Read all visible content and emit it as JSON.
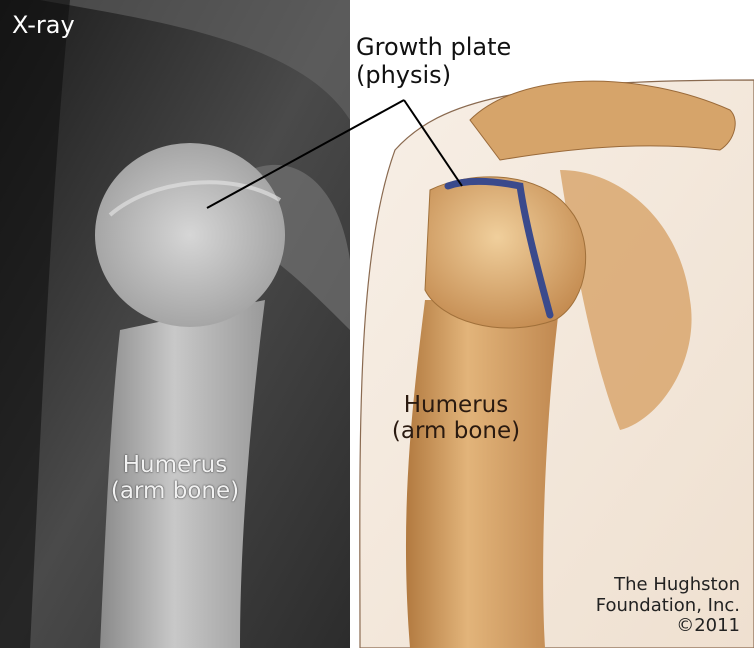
{
  "xray_panel": {
    "title": "X-ray",
    "humerus_label": [
      "Humerus",
      "(arm bone)"
    ]
  },
  "illustration_panel": {
    "growth_plate_label": [
      "Growth plate",
      "(physis)"
    ],
    "humerus_label": [
      "Humerus",
      "(arm bone)"
    ],
    "credit": [
      "The Hughston",
      "Foundation, Inc.",
      "©2011"
    ]
  },
  "colors": {
    "xray_background": "#2a2a2a",
    "bone_illustration": "#d9a86a",
    "skin_background": "#f3e8dc",
    "growth_plate": "#3a4a8c",
    "leader_line": "#000000"
  }
}
